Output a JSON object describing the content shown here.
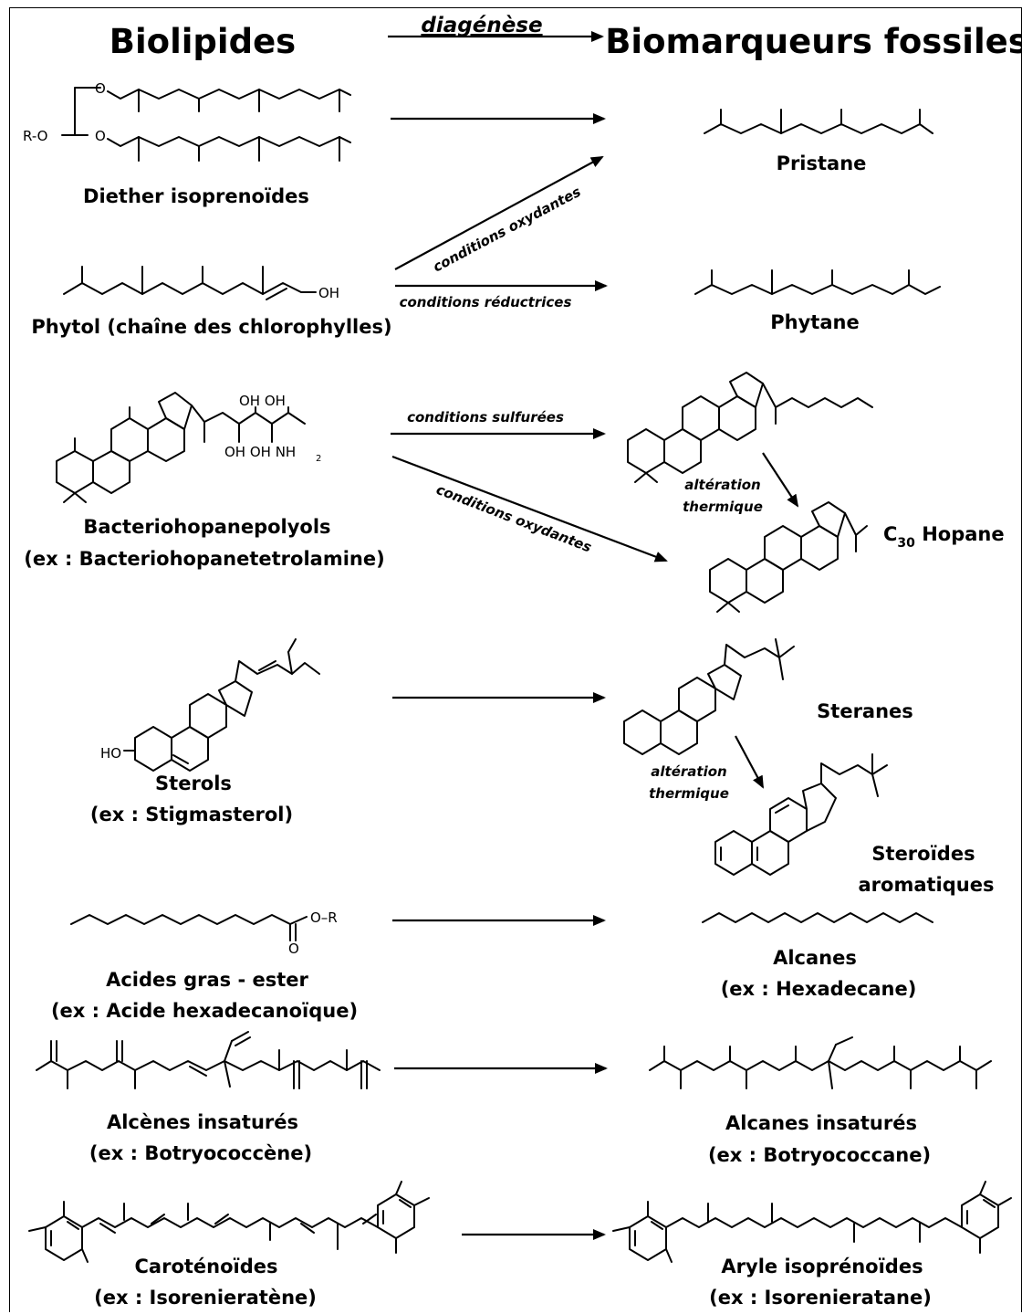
{
  "header": {
    "left_title": "Biolipides",
    "process": "diagénèse",
    "right_title": "Biomarqueurs fossiles"
  },
  "rows": {
    "diether": {
      "source": "Diether isoprenoïdes",
      "atom_o1": "O",
      "atom_o2": "O",
      "atom_ro": "R-O"
    },
    "pristane": {
      "product": "Pristane"
    },
    "phytol": {
      "source": "Phytol (chaîne des chlorophylles)",
      "atom_oh": "OH"
    },
    "phytane": {
      "product": "Phytane"
    },
    "cond_oxy_1": "conditions oxydantes",
    "cond_red": "conditions réductrices",
    "bhp": {
      "source_line1": "Bacteriohopanepolyols",
      "source_line2": "(ex : Bacteriohopanetetrolamine)",
      "atom_top": "OH OH",
      "atom_bottom": "OH OH NH",
      "atom_sub": "2"
    },
    "cond_sulf": "conditions sulfurées",
    "cond_oxy_2": "conditions oxydantes",
    "alteration_1_line1": "altération",
    "alteration_1_line2": "thermique",
    "hopane": {
      "prefix": "C",
      "sub": "30",
      "name": " Hopane"
    },
    "sterols": {
      "source_line1": "Sterols",
      "source_line2": "(ex : Stigmasterol)",
      "atom_ho": "HO"
    },
    "steranes": {
      "product": "Steranes"
    },
    "alteration_2_line1": "altération",
    "alteration_2_line2": "thermique",
    "aromatic": {
      "line1": "Steroïdes",
      "line2": "aromatiques"
    },
    "fatty": {
      "source_line1": "Acides gras - ester",
      "source_line2": "(ex : Acide hexadecanoïque)",
      "atom_or": "O–R",
      "atom_o": "O"
    },
    "alkanes": {
      "line1": "Alcanes",
      "line2": "(ex : Hexadecane)"
    },
    "alkenes": {
      "line1": "Alcènes insaturés",
      "line2": "(ex : Botryococcène)"
    },
    "alkanes_ins": {
      "line1": "Alcanes insaturés",
      "line2": "(ex : Botryococcane)"
    },
    "carot": {
      "line1": "Caroténoïdes",
      "line2": "(ex : Isorenieratène)"
    },
    "aryl": {
      "line1": "Aryle isoprénoïdes",
      "line2": "(ex : Isorenieratane)"
    }
  }
}
